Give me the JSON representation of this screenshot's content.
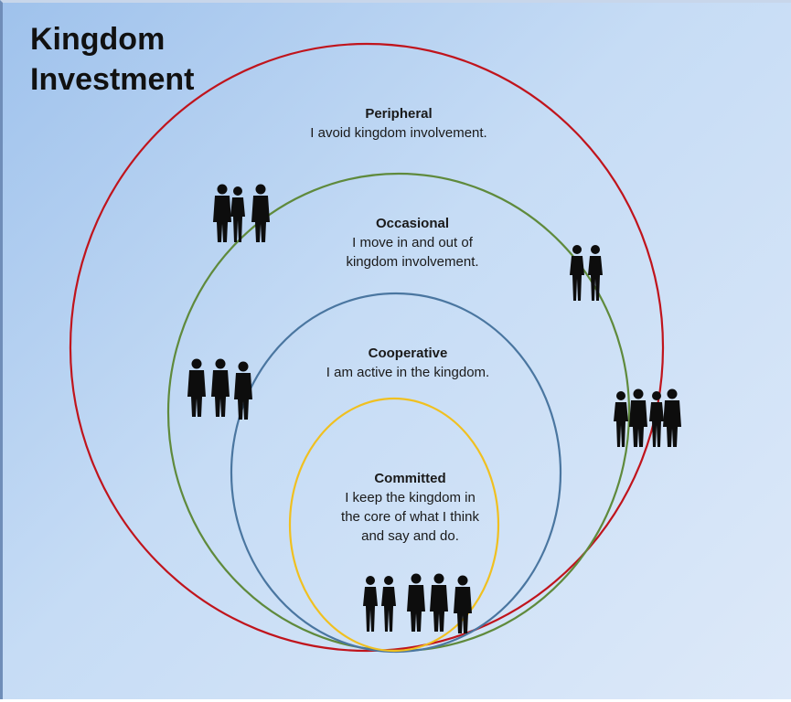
{
  "title": {
    "line1": "Kingdom",
    "line2": "Investment"
  },
  "colors": {
    "peripheral": "#c0141c",
    "occasional": "#5f8a3c",
    "cooperative": "#4a76a0",
    "committed": "#f0c020",
    "silhouette": "#0d0d0d"
  },
  "levels": [
    {
      "name": "Peripheral",
      "desc": "I avoid kingdom involvement."
    },
    {
      "name": "Occasional",
      "desc1": "I move in and out of",
      "desc2": "kingdom involvement."
    },
    {
      "name": "Cooperative",
      "desc": "I am active in the kingdom."
    },
    {
      "name": "Committed",
      "desc1": "I keep the kingdom in",
      "desc2": "the core of what I think",
      "desc3": "and say and do."
    }
  ],
  "icons": [
    "people-group-icon"
  ]
}
